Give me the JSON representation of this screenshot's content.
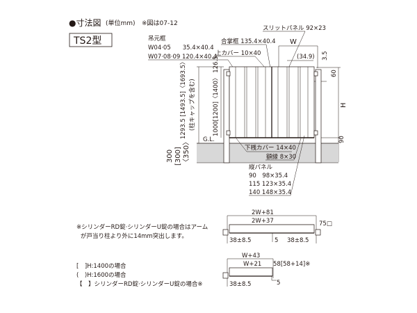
{
  "title": {
    "main": "●寸法図",
    "unit": "(単位mm)",
    "note": "※図は07-12"
  },
  "model": "TS2型",
  "labels": {
    "hinge_frame": "吊元框",
    "hinge_frame_w0405": "W04·05　　35.4×40.4",
    "hinge_frame_w070809": "W07·08·09 120.4×40.4",
    "meeting_frame": "合掌框 135.4×40.4",
    "top_cover": "上カバー 10×40",
    "slit_panel": "スリットパネル 92×23",
    "width": "W",
    "offset": "(34.9)",
    "dim_3_5": "3.5",
    "dim_60": "60",
    "height": "H",
    "dim_90": "90",
    "post_height": "1293.5 [1493.5]〈1693.5〉",
    "post_height_note": "(柱キャップを含む)",
    "gate_height": "1000[1200]〈1400〉 126.5",
    "ground_line": "G.L.",
    "embed_depth_1": "300",
    "embed_depth_2": "[300]",
    "embed_depth_3": "〈350〉",
    "bottom_cover": "下桟カバー 14×40",
    "frame_edge": "額縁 8×30",
    "vertical_panel": "縦パネル",
    "vp_90": "90　98×35.4",
    "vp_115": "115 123×35.4",
    "vp_140": "140 148×35.4"
  },
  "notes": {
    "arm_note_1": "※シリンダーRD錠·シリンダーU錠の場合はアーム",
    "arm_note_2": "が戸当り柱より外に14mm突出します。",
    "legend_1": "[　]H:1400の場合",
    "legend_2": "(　)H:1600の場合",
    "legend_3": "【　】シリンダーRD錠·シリンダーU錠の場合※"
  },
  "plan_double": {
    "outer": "2W+81",
    "inner": "2W+37",
    "post": "75□",
    "left": "38±8.5",
    "gap": "5",
    "right": "38±8.5"
  },
  "plan_single": {
    "outer": "W+43",
    "inner": "W+21",
    "post": "58[58+14]※",
    "left": "38±8.5",
    "gap": "5"
  }
}
